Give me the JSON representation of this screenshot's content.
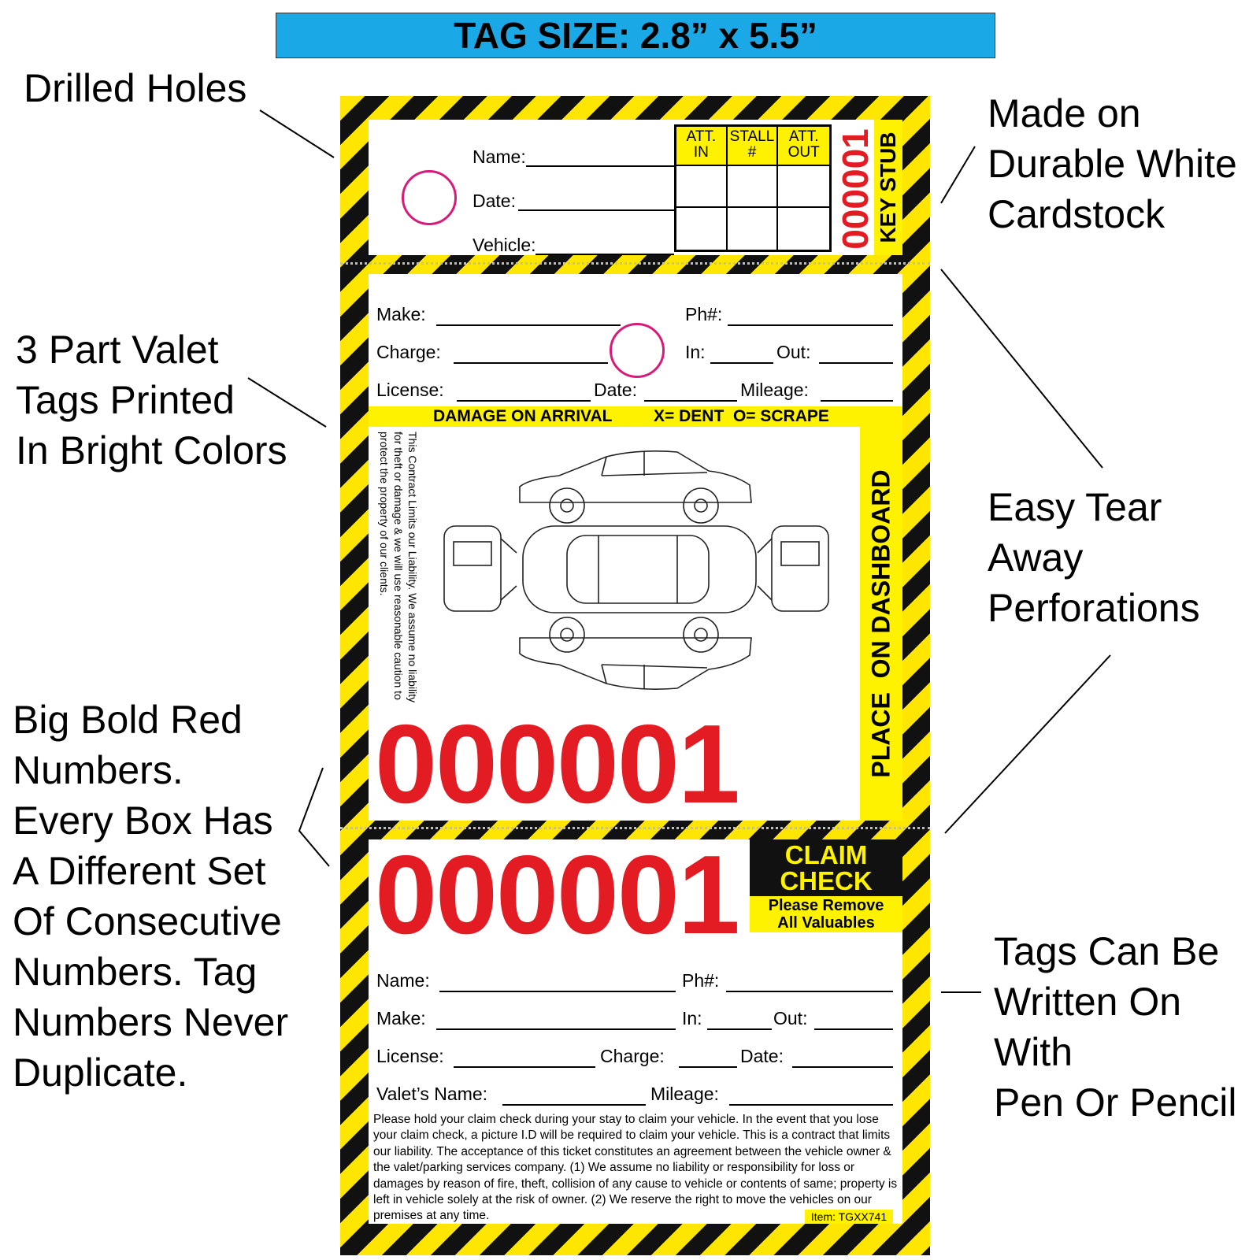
{
  "banner": {
    "title": "TAG SIZE: 2.8” x 5.5”"
  },
  "callouts": {
    "drilled_holes": "Drilled Holes",
    "three_part": "3 Part Valet\nTags Printed\nIn Bright Colors",
    "big_bold": "Big Bold Red\nNumbers.\nEvery Box Has\nA Different Set\nOf Consecutive\nNumbers. Tag\nNumbers Never\nDuplicate.",
    "cardstock": "Made on\nDurable White\nCardstock",
    "tear_away": "Easy Tear\nAway\nPerforations",
    "write_on": "Tags Can Be\nWritten On\nWith\nPen Or Pencil"
  },
  "key_stub": {
    "name_label": "Name:",
    "date_label": "Date:",
    "vehicle_label": "Vehicle:",
    "col_att_in": "ATT.\nIN",
    "col_stall": "STALL\n#",
    "col_att_out": "ATT.\nOUT",
    "number": "000001",
    "stub_label": "KEY STUB"
  },
  "dashboard": {
    "make_label": "Make:",
    "ph_label": "Ph#:",
    "charge_label": "Charge:",
    "in_label": "In:",
    "out_label": "Out:",
    "license_label": "License:",
    "date_label": "Date:",
    "mileage_label": "Mileage:",
    "damage_title": "DAMAGE ON ARRIVAL",
    "damage_legend": "X= DENT  O= SCRAPE",
    "disclaimer": "This Contract Limits our Liability. We assume no liability for theft or damage & we will use reasonable caution to protect the property of our clients.",
    "side_label": "PLACE  ON DASHBOARD",
    "number": "000001"
  },
  "claim_check": {
    "number": "000001",
    "title_line1": "CLAIM",
    "title_line2": "CHECK",
    "subtitle_line1": "Please Remove",
    "subtitle_line2": "All Valuables",
    "name_label": "Name:",
    "ph_label": "Ph#:",
    "make_label": "Make:",
    "in_label": "In:",
    "out_label": "Out:",
    "license_label": "License:",
    "charge_label": "Charge:",
    "date_label": "Date:",
    "valet_label": "Valet’s Name:",
    "mileage_label": "Mileage:",
    "terms": "Please hold your claim check during your stay to claim your vehicle. In the event that you lose your claim check, a picture I.D will be required to claim your vehicle. This is a contract that limits our liability. The acceptance of this ticket constitutes an agreement between the vehicle owner & the valet/parking services company. (1) We assume no liability or responsibility for loss or damages by reason of fire, theft, collision of any cause to vehicle or contents of same; property is left in vehicle solely at the risk of owner. (2) We reserve the right to move the vehicles on our premises at any time.",
    "item_code": "Item: TGXX741"
  },
  "colors": {
    "red": "#e31b23",
    "yellow": "#fff200",
    "blue": "#1aa9e6",
    "hole": "#d81b78"
  },
  "icons": [
    "car-diagram-icon"
  ]
}
